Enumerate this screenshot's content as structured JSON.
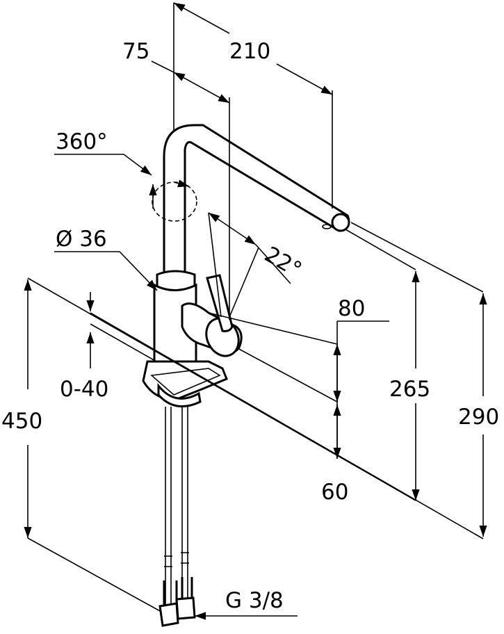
{
  "dimensions": {
    "reach": "210",
    "offset": "75",
    "swivel": "360°",
    "diameter": "Ø 36",
    "lever_angle": "22°",
    "dim_80": "80",
    "dim_60": "60",
    "dim_265": "265",
    "dim_290": "290",
    "dim_450": "450",
    "deck_thickness": "0-40",
    "connection": "G 3/8"
  },
  "colors": {
    "line": "#000000",
    "background": "#ffffff"
  }
}
